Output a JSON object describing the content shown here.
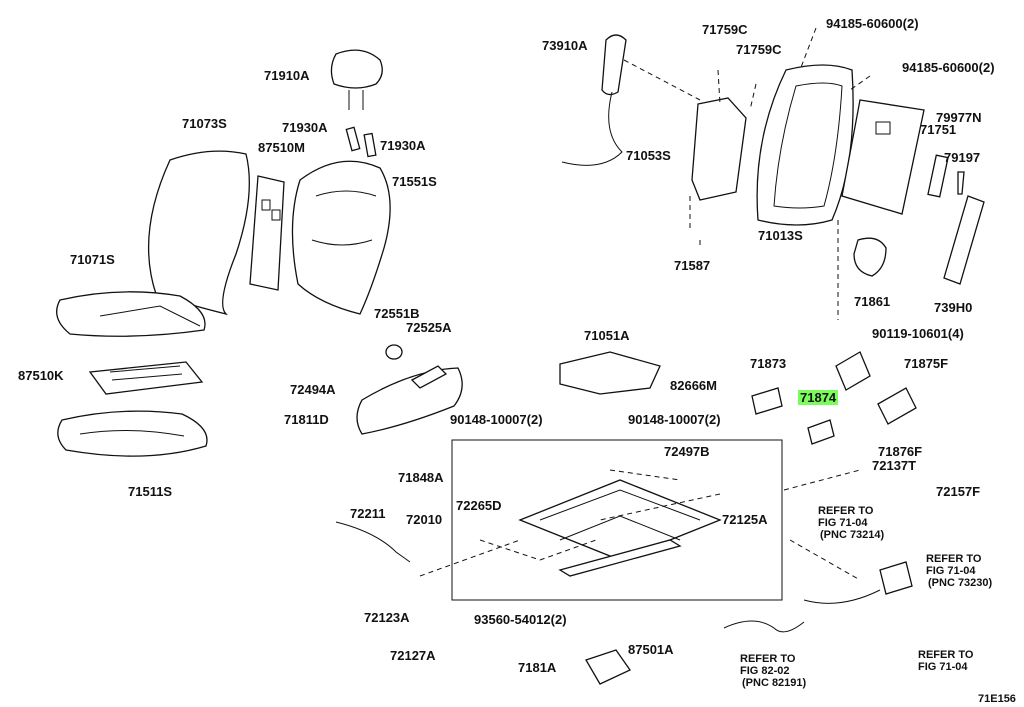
{
  "diagram": {
    "part_labels": [
      "73910A",
      "71759C",
      "71759C",
      "94185-60600(2)",
      "94185-60600(2)",
      "79977N",
      "71751",
      "79197",
      "71053S",
      "71013S",
      "71587",
      "71861",
      "739H0",
      "90119-10601(4)",
      "71910A",
      "71930A",
      "71930A",
      "71073S",
      "87510M",
      "71551S",
      "71071S",
      "87510K",
      "71511S",
      "72551B",
      "72525A",
      "72494A",
      "71811D",
      "71848A",
      "71051A",
      "82666M",
      "90148-10007(2)",
      "90148-10007(2)",
      "71873",
      "71874",
      "71875F",
      "71876F",
      "72497B",
      "72137T",
      "72157F",
      "72211",
      "72010",
      "72265D",
      "72125A",
      "72123A",
      "72127A",
      "93560-54012(2)",
      "87501A",
      "7181A"
    ],
    "highlighted_label": "71874",
    "refer_notes": [
      {
        "l1": "REFER TO",
        "l2": "FIG 71-04",
        "l3": "(PNC 73214)"
      },
      {
        "l1": "REFER TO",
        "l2": "FIG 71-04",
        "l3": "(PNC 73230)"
      },
      {
        "l1": "REFER TO",
        "l2": "FIG 82-02",
        "l3": "(PNC 82191)"
      },
      {
        "l1": "REFER TO",
        "l2": "FIG 71-04",
        "l3": ""
      }
    ],
    "figure_code": "71E156",
    "highlight_color": "#7CFC5A"
  }
}
